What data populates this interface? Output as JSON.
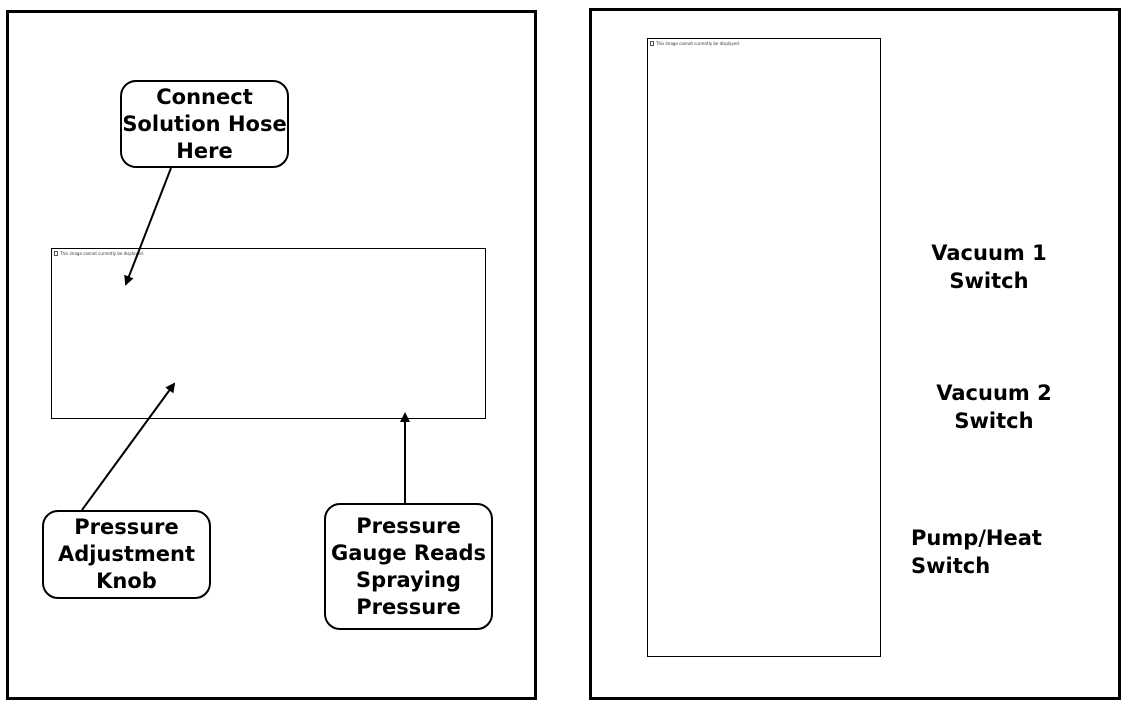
{
  "left_panel": {
    "callouts": {
      "connect_hose": "Connect\nSolution Hose\nHere",
      "pressure_knob": "Pressure\nAdjustment\nKnob",
      "pressure_gauge": "Pressure\nGauge Reads\nSpraying\nPressure"
    },
    "image_placeholder_text": "This image cannot currently be displayed."
  },
  "right_panel": {
    "labels": {
      "vacuum1": "Vacuum 1\nSwitch",
      "vacuum2": "Vacuum 2\nSwitch",
      "pump_heat": "Pump/Heat\nSwitch"
    },
    "image_placeholder_text": "This image cannot currently be displayed."
  }
}
